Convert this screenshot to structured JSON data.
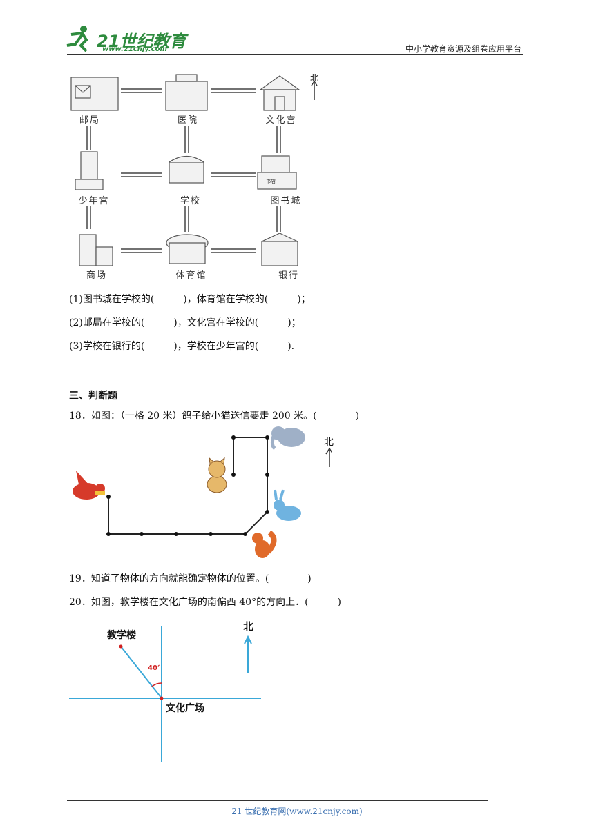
{
  "header": {
    "logo_main": "21世纪教育",
    "logo_sub": "www.21cnjy.com",
    "platform": "中小学教育资源及组卷应用平台"
  },
  "map": {
    "north": "北",
    "places": [
      "邮局",
      "医院",
      "文化宫",
      "少年宫",
      "学校",
      "图书城",
      "商场",
      "体育馆",
      "银行"
    ],
    "bookstore_sign": "书店"
  },
  "questions_17": [
    "(1)图书城在学校的(　　　)，体育馆在学校的(　　　)；",
    "(2)邮局在学校的(　　　)，文化宫在学校的(　　　)；",
    "(3)学校在银行的(　　　)，学校在少年宫的(　　　)."
  ],
  "section3": {
    "title": "三、判断题",
    "q18": "18．如图：（一格 20 米）鸽子给小猫送信要走 200 米。(　　　　)",
    "q18_north": "北",
    "q19": "19．知道了物体的方向就能确定物体的位置。(　　　　)",
    "q20": "20．如图，教学楼在文化广场的南偏西 40°的方向上．(　　　)",
    "q20_building": "教学楼",
    "q20_square": "文化广场",
    "q20_angle": "40°",
    "q20_north": "北"
  },
  "footer": {
    "text": "21 世纪教育网(www.21cnjy.com)"
  }
}
